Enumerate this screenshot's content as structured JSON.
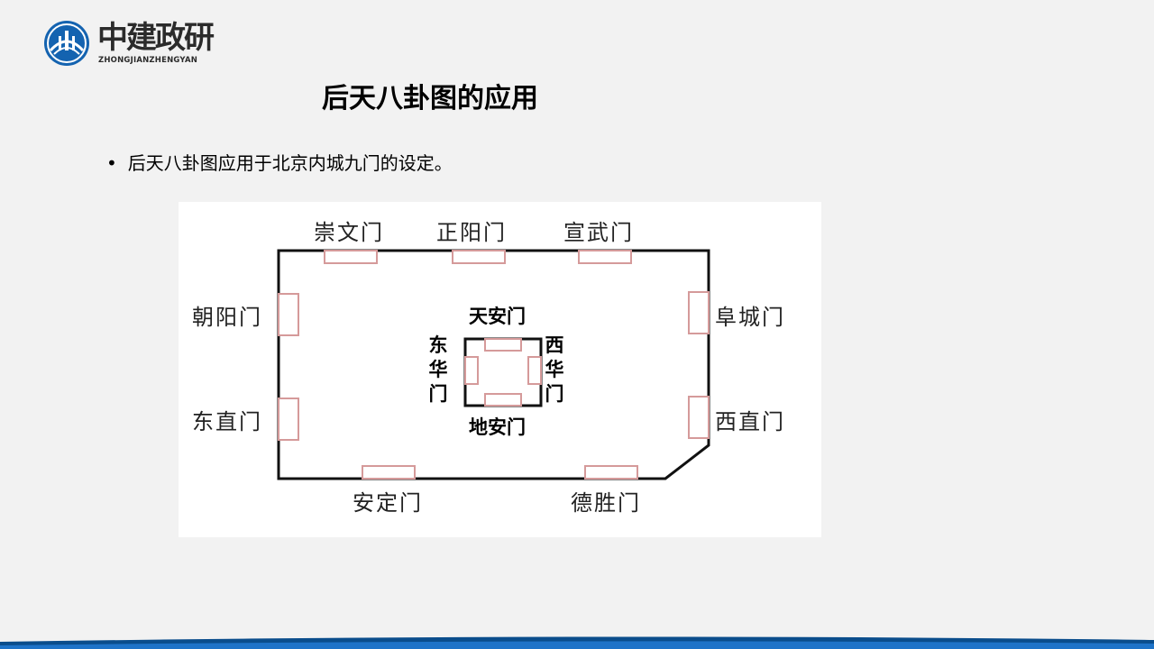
{
  "logo": {
    "name": "中建政研",
    "sub": "ZHONGJIANZHENGYAN"
  },
  "title": "后天八卦图的应用",
  "bullet": "后天八卦图应用于北京内城九门的设定。",
  "diagram": {
    "outer_gates": {
      "top_left": "崇文门",
      "top_center": "正阳门",
      "top_right": "宣武门",
      "left_upper": "朝阳门",
      "left_lower": "东直门",
      "right_upper": "阜城门",
      "right_lower": "西直门",
      "bottom_left": "安定门",
      "bottom_right": "德胜门"
    },
    "inner_gates": {
      "top": "天安门",
      "bottom": "地安门",
      "left": "东华门",
      "right": "西华门"
    }
  },
  "colors": {
    "gate_marker": "#d59a9a",
    "wall": "#111111",
    "band_dark": "#0a4d8c",
    "band_light": "#1e73c8"
  }
}
